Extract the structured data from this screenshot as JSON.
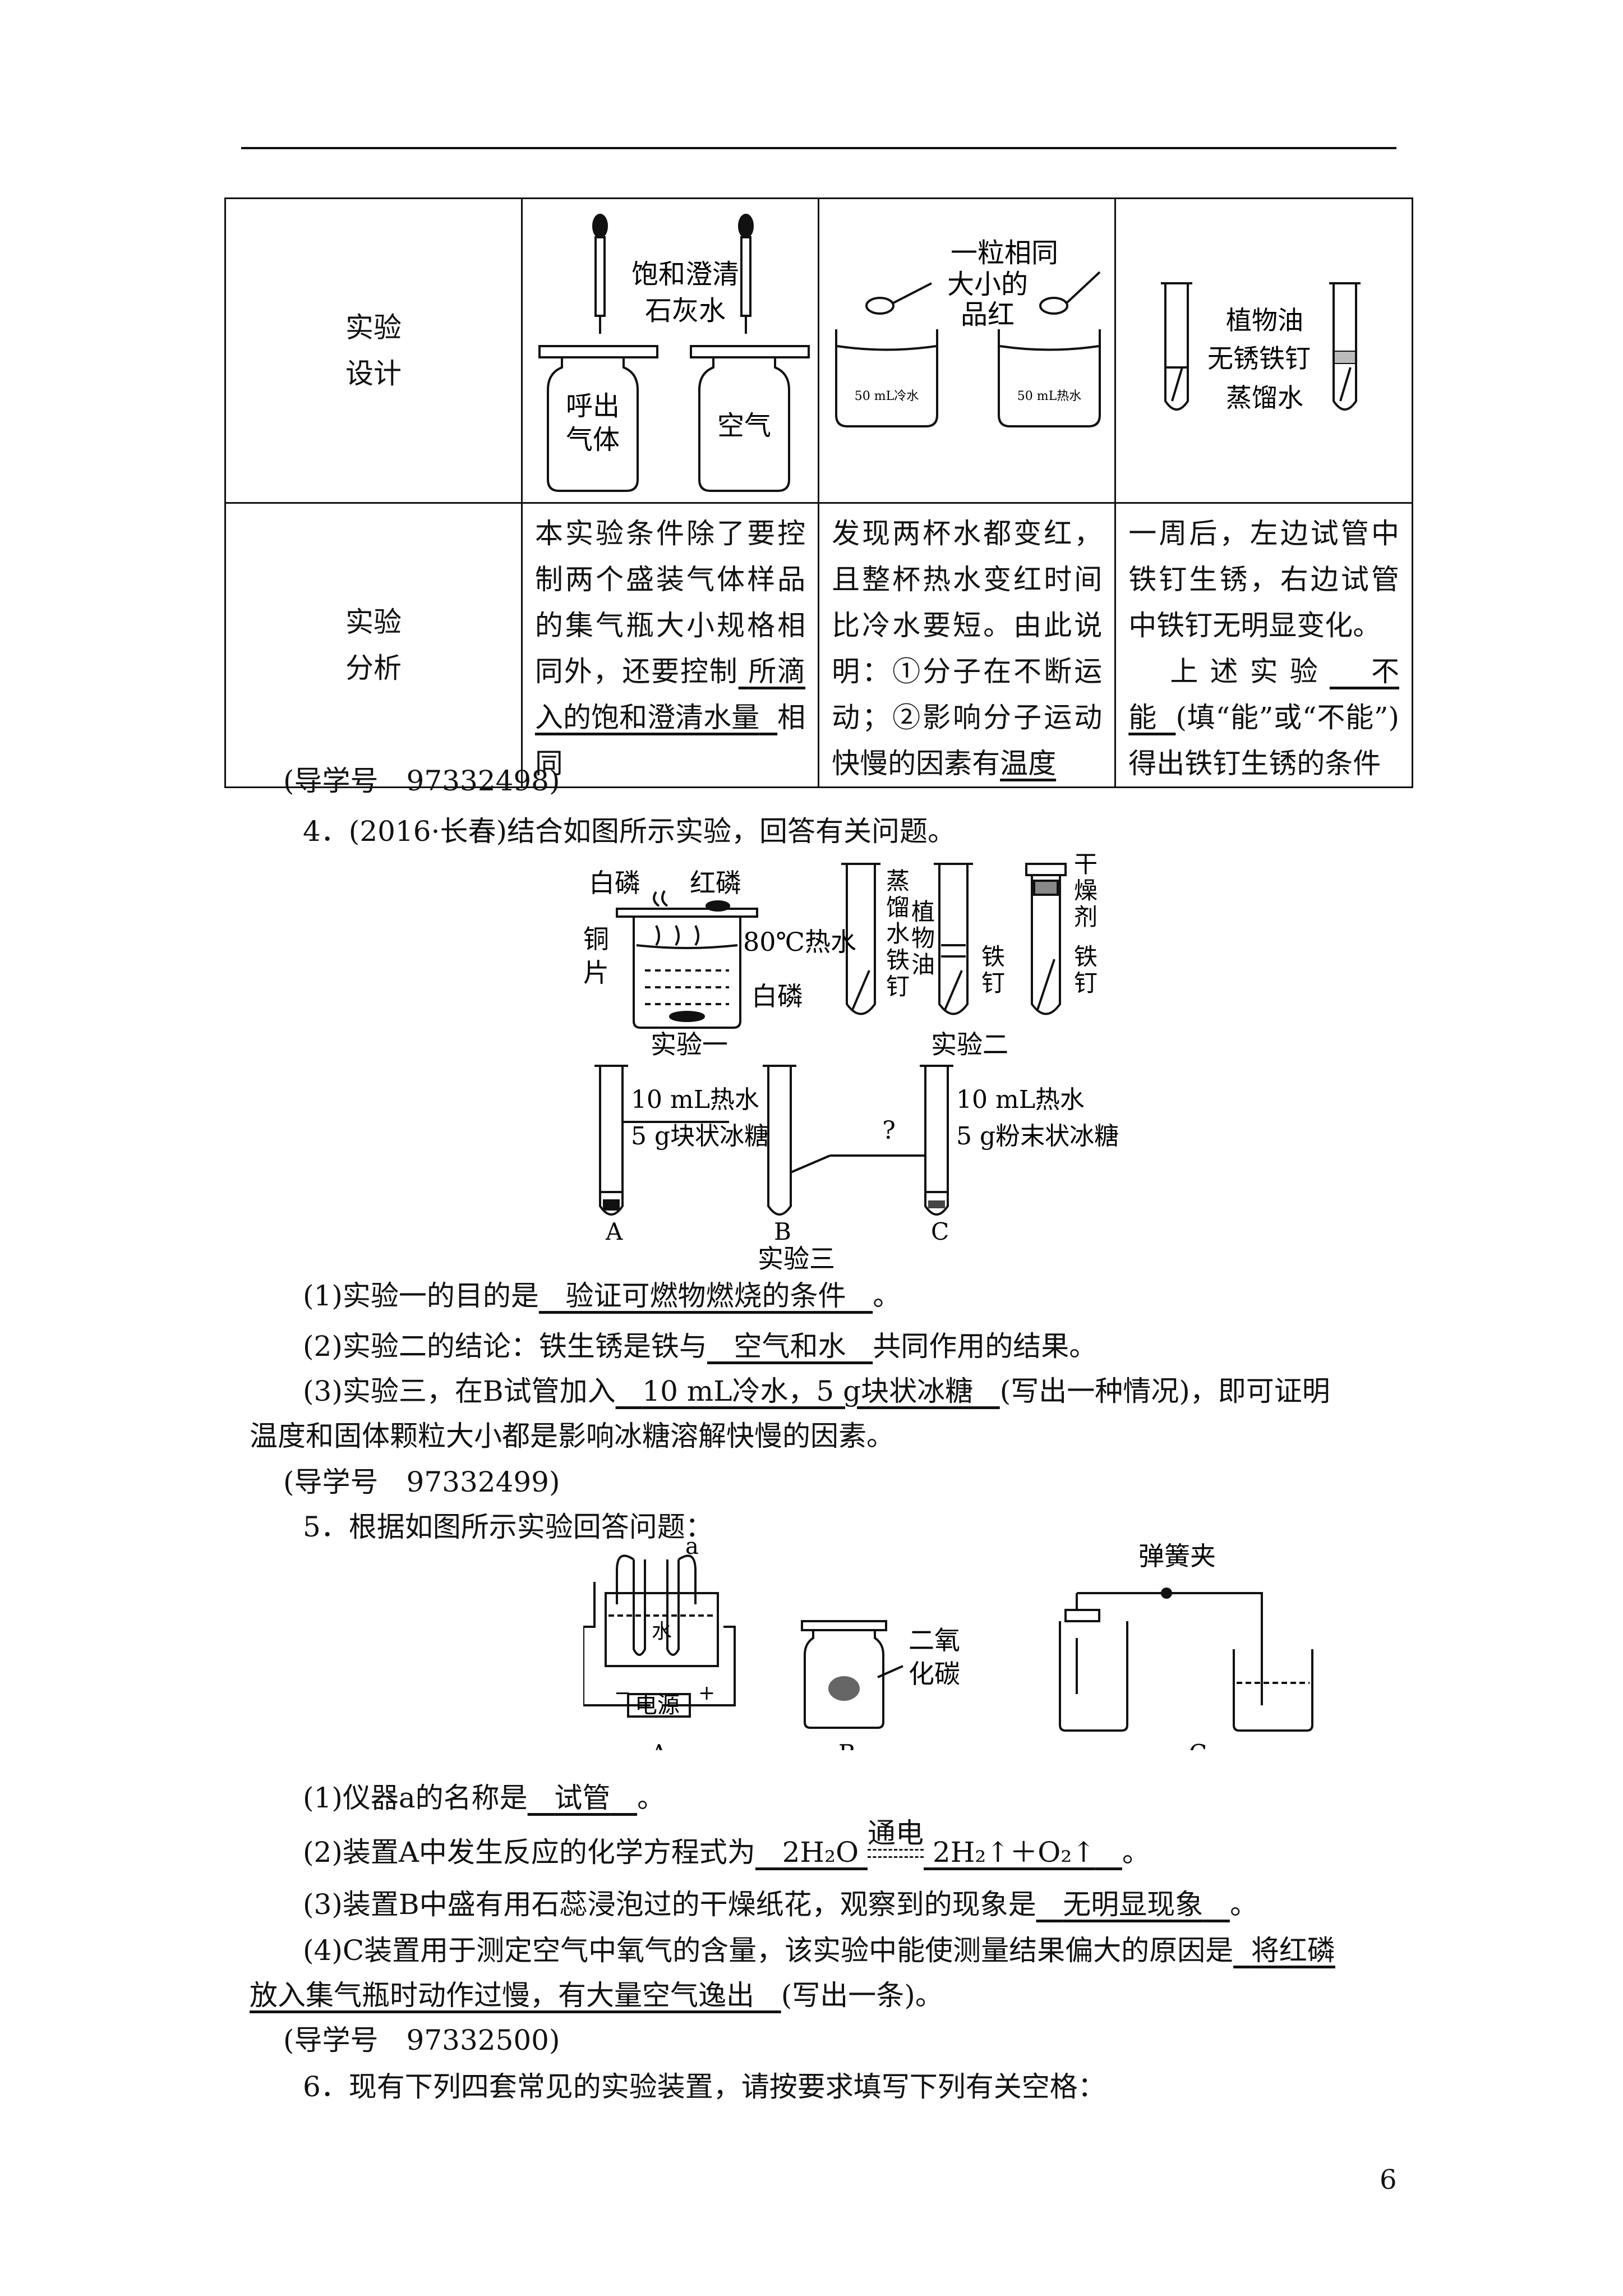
{
  "table": {
    "row1_head": "实验\n设计",
    "row2_head": "实验\n分析",
    "c1_fig": {
      "label1": "饱和澄清",
      "label2": "石灰水",
      "bottle1_a": "呼出",
      "bottle1_b": "气体",
      "bottle2": "空气"
    },
    "c2_fig": {
      "label1": "一粒相同",
      "label2": "大小的",
      "label3": "品红",
      "beaker1": "50 mL冷水",
      "beaker2": "50 mL热水"
    },
    "c3_fig": {
      "l1": "植物油",
      "l2": "无锈铁钉",
      "l3": "蒸馏水"
    },
    "c1_text_a": "本实验条件除了要控制两个盛装气体样品的集气瓶大小规格相同外，还要控制",
    "c1_ans": "所滴入的饱和澄清水量",
    "c1_text_b": "相同",
    "c2_text_a": "发现两杯水都变红，且整杯热水变红时间比冷水要短。由此说明：①分子在不断运动；②影响分子运动快慢的因素有",
    "c2_ans": "温度",
    "c3_text_a": "一周后，左边试管中铁钉生锈，右边试管中铁钉无明显变化。",
    "c3_text_b": "上述实验",
    "c3_ans": "不能",
    "c3_text_c": "(填“能”或“不能”)得出铁钉生锈的条件"
  },
  "guide1": "(导学号　97332498)",
  "q4": {
    "stem": "4．(2016·长春)结合如图所示实验，回答有关问题。",
    "fig1": {
      "a": "白磷",
      "b": "红磷",
      "c": "铜",
      "d": "片",
      "e": "80℃热水",
      "f": "白磷",
      "cap": "实验一"
    },
    "fig2": {
      "t1": [
        "蒸",
        "馏",
        "水",
        "铁",
        "钉"
      ],
      "t2": [
        "植",
        "物",
        "油"
      ],
      "t2b": [
        "铁",
        "钉"
      ],
      "t3": [
        "干",
        "燥",
        "剂"
      ],
      "t3b": [
        "铁",
        "钉"
      ],
      "cap": "实验二"
    },
    "fig3": {
      "a1": "10 mL热水",
      "a2": "5 g块状冰糖",
      "q": "?",
      "c1": "10 mL热水",
      "c2": "5 g粉末状冰糖",
      "A": "A",
      "B": "B",
      "C": "C",
      "cap": "实验三"
    },
    "p1_a": "(1)实验一的目的是",
    "p1_ans": "验证可燃物燃烧的条件",
    "p1_b": "。",
    "p2_a": "(2)实验二的结论：铁生锈是铁与",
    "p2_ans": "空气和水",
    "p2_b": "共同作用的结果。",
    "p3_a": "(3)实验三，在B试管加入",
    "p3_ans": "10 mL冷水，5 g块状冰糖",
    "p3_b": "(写出一种情况)，即可证明",
    "p3_c": "温度和固体颗粒大小都是影响冰糖溶解快慢的因素。"
  },
  "guide2": "(导学号　97332499)",
  "q5": {
    "stem": "5．根据如图所示实验回答问题：",
    "figA": {
      "a": "a",
      "water": "水",
      "power": "电源",
      "minus": "−",
      "plus": "+",
      "cap": "A"
    },
    "figB": {
      "l1": "二氧",
      "l2": "化碳",
      "cap": "B"
    },
    "figC": {
      "clip": "弹簧夹",
      "cap": "C"
    },
    "p1_a": "(1)仪器a的名称是",
    "p1_ans": "试管",
    "p1_b": "。",
    "p2_a": "(2)装置A中发生反应的化学方程式为",
    "p2_eq_l": "2H₂O",
    "p2_cond": "通电",
    "p2_eq_r": "2H₂↑＋O₂↑",
    "p2_b": "。",
    "p3_a": "(3)装置B中盛有用石蕊浸泡过的干燥纸花，观察到的现象是",
    "p3_ans": "无明显现象",
    "p3_b": "。",
    "p4_a": "(4)C装置用于测定空气中氧气的含量，该实验中能使测量结果偏大的原因是",
    "p4_ans1": "将红磷",
    "p4_ans2": "放入集气瓶时动作过慢，有大量空气逸出",
    "p4_b": "(写出一条)。"
  },
  "guide3": "(导学号　97332500)",
  "q6": {
    "stem": "6．现有下列四套常见的实验装置，请按要求填写下列有关空格："
  },
  "page_number": "6"
}
